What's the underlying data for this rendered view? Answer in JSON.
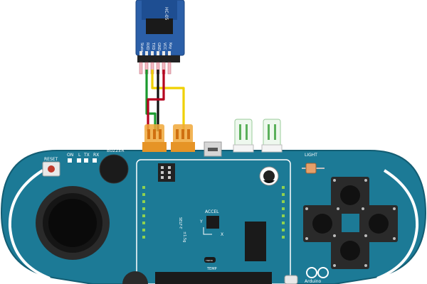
{
  "module": {
    "chip_label": "HC-05",
    "pins": [
      "State",
      "RXD",
      "TXD",
      "GND",
      "VCC",
      "Key"
    ]
  },
  "board": {
    "reset_label": "RESET",
    "led_labels": [
      "ON",
      "L",
      "TX",
      "RX"
    ],
    "buzzer_label": "BUZZER",
    "light_label": "LIGHT",
    "accel_label": "ACCEL",
    "accel_x": "X",
    "accel_y": "Y",
    "accel_scale": "±1.5g",
    "self_t_label": "SELF-T",
    "temp_label": "TEMP",
    "temp_chip": "TMP36",
    "brand_label": "Arduino"
  },
  "colors": {
    "board": "#1c7a96",
    "board_dark": "#135d73",
    "wire_red": "#b5001e",
    "wire_green": "#1a9a2e",
    "wire_yellow": "#f0d000",
    "wire_black": "#111111",
    "connector": "#f0a83a",
    "module": "#2b5fa8"
  }
}
